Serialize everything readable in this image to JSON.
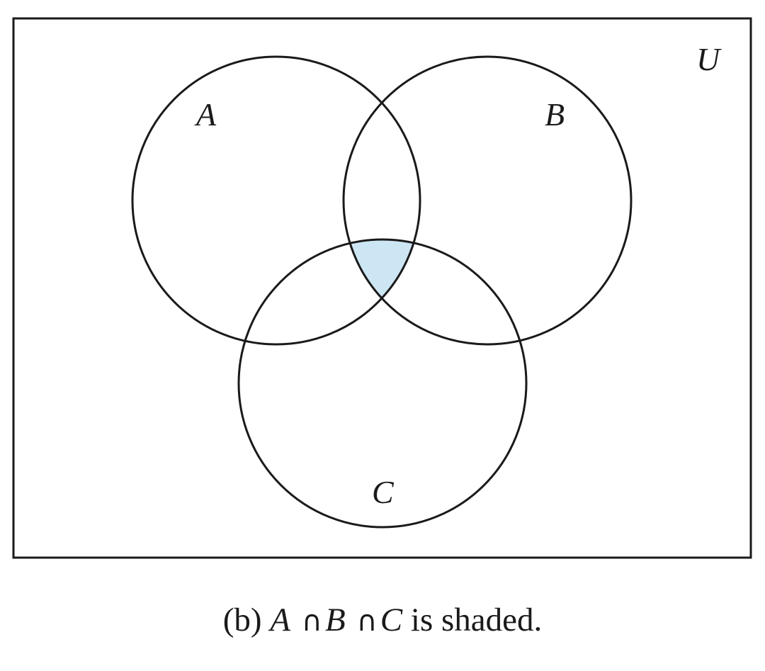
{
  "diagram": {
    "type": "venn",
    "universe_label": "U",
    "sets": [
      {
        "id": "A",
        "label": "A"
      },
      {
        "id": "B",
        "label": "B"
      },
      {
        "id": "C",
        "label": "C"
      }
    ],
    "shaded_region": "A ∩ B ∩ C",
    "shade_color": "#cde6f4",
    "stroke_color": "#1a1a1a"
  },
  "caption": {
    "prefix": "(b)",
    "a": "A",
    "op1": "∩",
    "b": "B",
    "op2": "∩",
    "c": "C",
    "suffix": "is shaded."
  }
}
